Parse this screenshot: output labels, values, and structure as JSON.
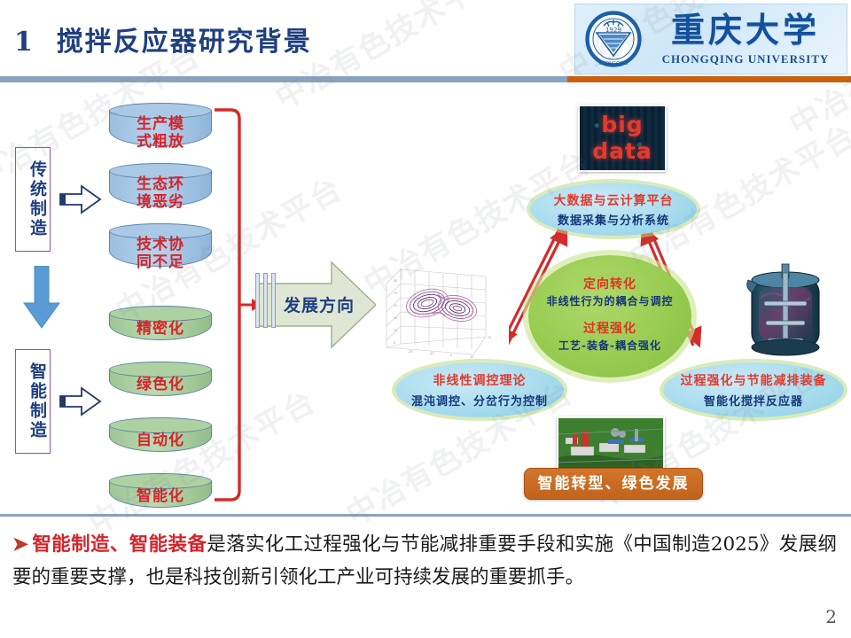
{
  "slide": {
    "number": "2",
    "title_index": "1",
    "title": "搅拌反应器研究背景"
  },
  "logo": {
    "name_cn": "重庆大学",
    "name_en": "CHONGQING UNIVERSITY",
    "emblem_year": "1929"
  },
  "watermark": {
    "text": "中冶有色技术平台"
  },
  "left_panel": {
    "traditional_label": "传统制造",
    "smart_label": "智能制造",
    "traditional_items": [
      {
        "line1": "生产模",
        "line2": "式粗放"
      },
      {
        "line1": "生态环",
        "line2": "境恶劣"
      },
      {
        "line1": "技术协",
        "line2": "同不足"
      }
    ],
    "smart_items": [
      {
        "line1": "精密化"
      },
      {
        "line1": "绿色化"
      },
      {
        "line1": "自动化"
      },
      {
        "line1": "智能化"
      }
    ]
  },
  "development_arrow": {
    "label": "发展方向"
  },
  "diagram": {
    "top_node": {
      "title": "大数据与云计算平台",
      "subtitle": "数据采集与分析系统"
    },
    "core_node": {
      "title1": "定向转化",
      "subtitle1": "非线性行为的耦合与调控",
      "title2": "过程强化",
      "subtitle2": "工艺-装备-耦合强化"
    },
    "left_node": {
      "title": "非线性调控理论",
      "subtitle": "混沌调控、分岔行为控制"
    },
    "right_node": {
      "title": "过程强化与节能减排装备",
      "subtitle": "智能化搅拌反应器"
    },
    "banner": "智能转型、绿色发展",
    "images": {
      "bigdata_line1": "big",
      "bigdata_line2": "data",
      "attractor_alt": "三维混沌吸引子",
      "reactor_alt": "搅拌反应器三维模型",
      "plant_alt": "化工厂航拍"
    }
  },
  "bottom": {
    "bullet": "➤",
    "highlight": "智能制造、智能装备",
    "rest": "是落实化工过程强化与节能减排重要手段和实施《中国制造2025》发展纲要的重要支撑，也是科技创新引领化工产业可持续发展的重要抓手。"
  },
  "colors": {
    "title_blue": "#1f3f80",
    "accent_red": "#d4242c",
    "accent_orange": "#c2631b",
    "core_green": "#96cb4f",
    "node_blue": "#a8dcee",
    "rule_blue": "#8aa3bd"
  }
}
